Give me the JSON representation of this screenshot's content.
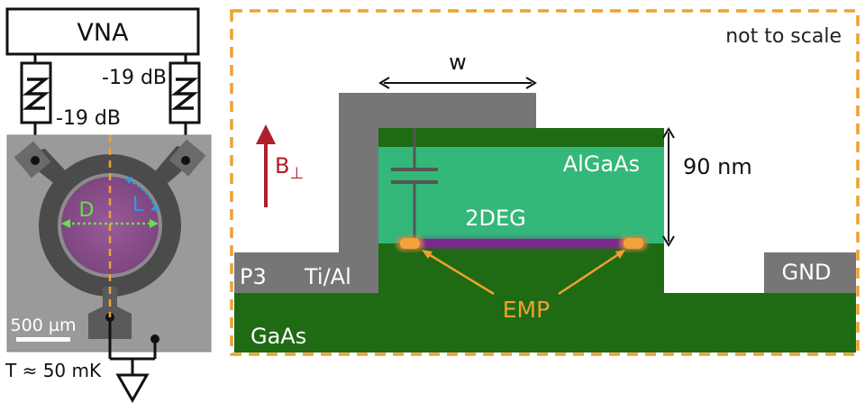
{
  "instrument": {
    "label": "VNA"
  },
  "attenuators": [
    {
      "label": "-19 dB"
    },
    {
      "label": "-19 dB"
    }
  ],
  "micrograph": {
    "diameter_label": "D",
    "arc_label": "L",
    "scalebar_label": "500 µm",
    "temperature_label": "T ≈ 50 mK"
  },
  "cross_section": {
    "scale_note": "not to scale",
    "width_label": "w",
    "thickness_label": "90 nm",
    "field_label": "B",
    "field_subscript": "⊥",
    "layers": {
      "algaas": "AlGaAs",
      "twodeg": "2DEG",
      "gaas": "GaAs"
    },
    "contacts": {
      "left": "P3",
      "metal": "Ti/Al",
      "right": "GND"
    },
    "emp_label": "EMP"
  },
  "colors": {
    "algaas": "#33b87a",
    "gaas": "#1e6b14",
    "metal": "#767676",
    "twodeg_channel": "#7b2a8c",
    "emp": "#f0a030",
    "field_arrow": "#b01e2a",
    "diameter": "#66e04a",
    "arc": "#2b9be8",
    "frame": "#f0a030"
  }
}
